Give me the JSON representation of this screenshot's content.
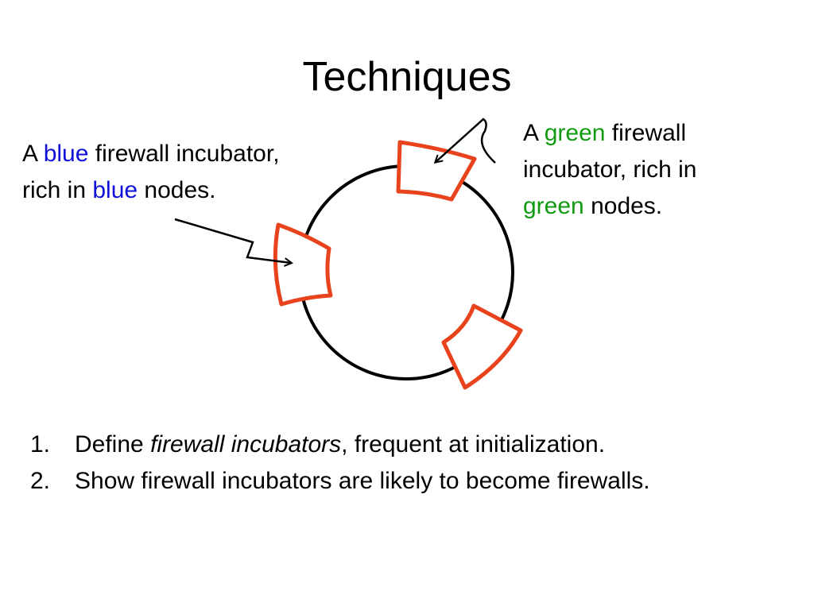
{
  "slide": {
    "title": "Techniques",
    "blue_callout": {
      "line1_prefix": "A ",
      "line1_colored": "blue",
      "line1_suffix": " firewall incubator,",
      "line2_prefix": "rich in ",
      "line2_colored": "blue",
      "line2_suffix": " nodes."
    },
    "green_callout": {
      "line1_prefix": "A ",
      "line1_colored": "green",
      "line1_suffix": " firewall",
      "line2": "incubator, rich in",
      "line3_colored": "green",
      "line3_suffix": " nodes."
    },
    "list": [
      {
        "number": "1.",
        "prefix": "Define ",
        "emphasis": "firewall incubators",
        "suffix": ", frequent at initialization."
      },
      {
        "number": "2.",
        "text": "Show firewall incubators are likely to become firewalls."
      }
    ]
  },
  "colors": {
    "blue_text": "#1010d8",
    "green_text": "#129a12",
    "incubator_outline": "#e8431c",
    "circle": "#000000"
  }
}
